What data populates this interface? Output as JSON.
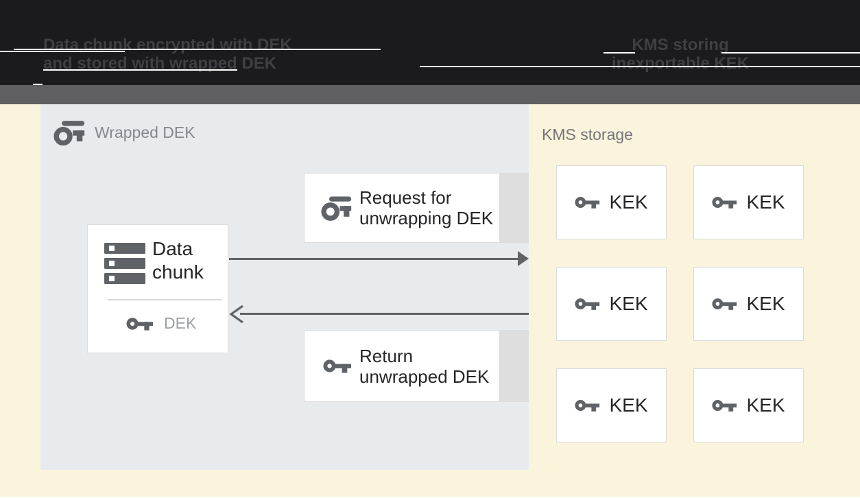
{
  "header": {
    "left_caption_line1": "Data chunk encrypted with DEK",
    "left_caption_line2": "and stored with wrapped DEK",
    "right_caption_line1": "KMS storing",
    "right_caption_line2": "inexportable KEK"
  },
  "wrapped_panel": {
    "label": "Wrapped DEK",
    "data_chunk_box": {
      "title_line1": "Data",
      "title_line2": "chunk",
      "key_label": "DEK"
    },
    "request_box": {
      "line1": "Request for",
      "line2": "unwrapping DEK"
    },
    "return_box": {
      "line1": "Return",
      "line2": "unwrapped DEK"
    }
  },
  "kms": {
    "label": "KMS storage",
    "kek_boxes": [
      {
        "label": "KEK"
      },
      {
        "label": "KEK"
      },
      {
        "label": "KEK"
      },
      {
        "label": "KEK"
      },
      {
        "label": "KEK"
      },
      {
        "label": "KEK"
      }
    ]
  },
  "icons": {
    "key-icon": "filled key glyph (circle bow, shaft, tooth)",
    "key-outline-icon": "outline key glyph (ring bow, top bar, tooth)",
    "storage-icon": "three stacked server bars"
  },
  "colors": {
    "background_yellow": "#faf4dd",
    "panel_blue_gray": "#e8ebee",
    "header_black": "#1b1b1e",
    "header_band_gray": "#5f5f61",
    "header_text_gray": "#3f3f44",
    "icon_gray": "#5f6368",
    "arrow_gray": "#606266",
    "card_tail_gray": "#dedede",
    "card_border": "#dcdde0",
    "text_dark": "#252628",
    "muted_label": "#84888c",
    "dek_text_gray": "#9ca0a4"
  }
}
